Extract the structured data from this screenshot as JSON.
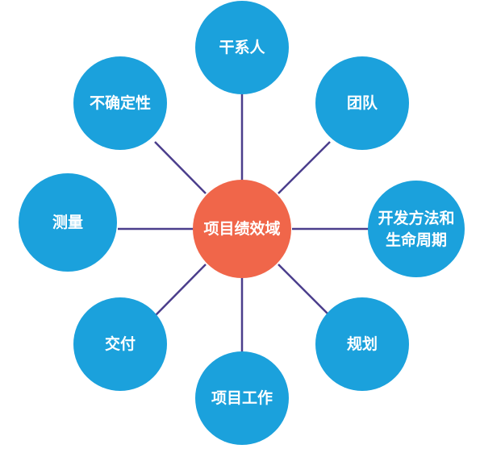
{
  "diagram": {
    "center": {
      "label": "项目绩效域"
    },
    "nodes": [
      {
        "label": "干系人"
      },
      {
        "label": "团队"
      },
      {
        "label": "开发方法和",
        "label2": "生命周期"
      },
      {
        "label": "规划"
      },
      {
        "label": "项目工作"
      },
      {
        "label": "交付"
      },
      {
        "label": "测量"
      },
      {
        "label": "不确定性"
      }
    ]
  },
  "colors": {
    "center_fill": "#F0664A",
    "node_fill": "#1BA1DC",
    "connector": "#4B3E8C",
    "label_text": "#FFFFFF"
  }
}
